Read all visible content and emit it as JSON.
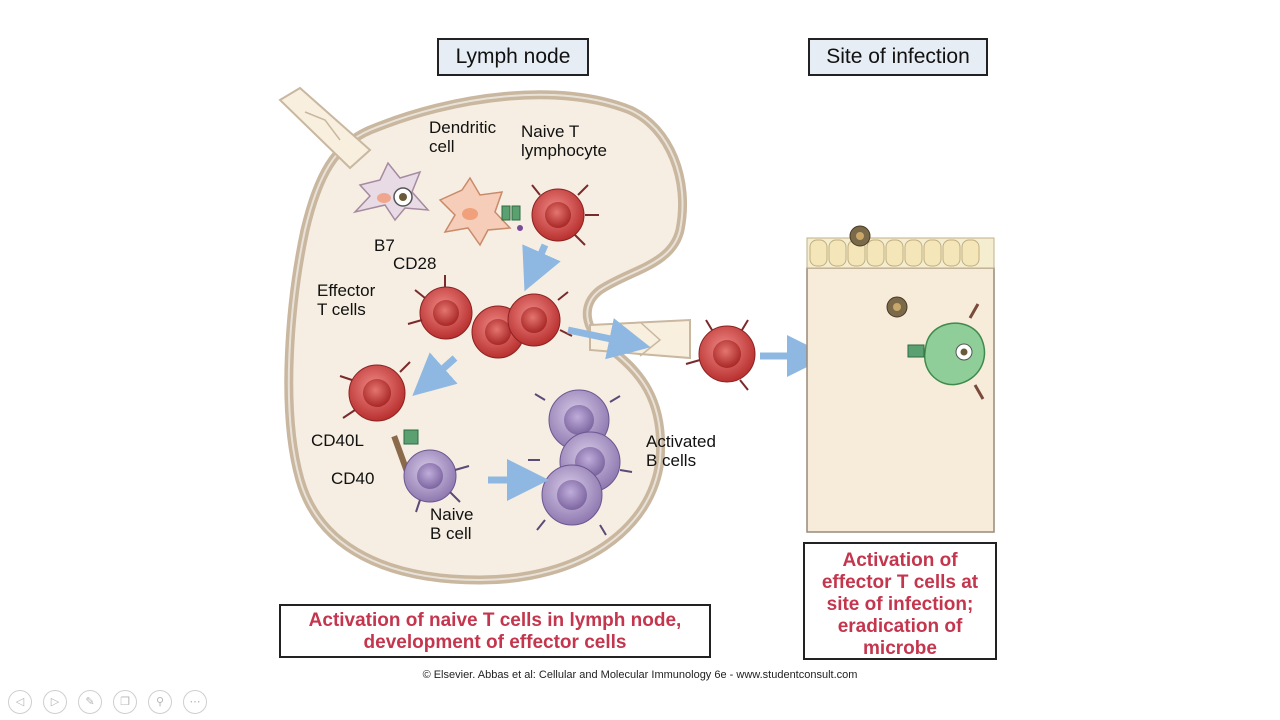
{
  "headers": {
    "lymph_node": "Lymph node",
    "site_of_infection": "Site of infection"
  },
  "labels": {
    "dendritic_cell": "Dendritic\ncell",
    "naive_t": "Naive T\nlymphocyte",
    "b7": "B7",
    "cd28": "CD28",
    "effector_t": "Effector\nT cells",
    "cd40l": "CD40L",
    "cd40": "CD40",
    "activated_b": "Activated\nB cells",
    "naive_b": "Naive\nB cell"
  },
  "captions": {
    "left": "Activation of naive T cells in lymph node,\ndevelopment of effector cells",
    "right": "Activation of\neffector T cells at\nsite of infection;\neradication of\nmicrobe"
  },
  "copyright": "© Elsevier. Abbas et al: Cellular and Molecular Immunology 6e - www.studentconsult.com",
  "colors": {
    "t_cell": "#c8403f",
    "b_cell": "#9c86bd",
    "arrow": "#8eb8e2",
    "caption": "#c4364e",
    "node_fill": "#f6eee2",
    "node_border": "#c9b79f",
    "tissue": "#f7ebda",
    "macrophage": "#8fce98"
  },
  "nav_icons": [
    "prev-icon",
    "next-icon",
    "pen-icon",
    "copy-icon",
    "zoom-icon",
    "more-icon"
  ]
}
